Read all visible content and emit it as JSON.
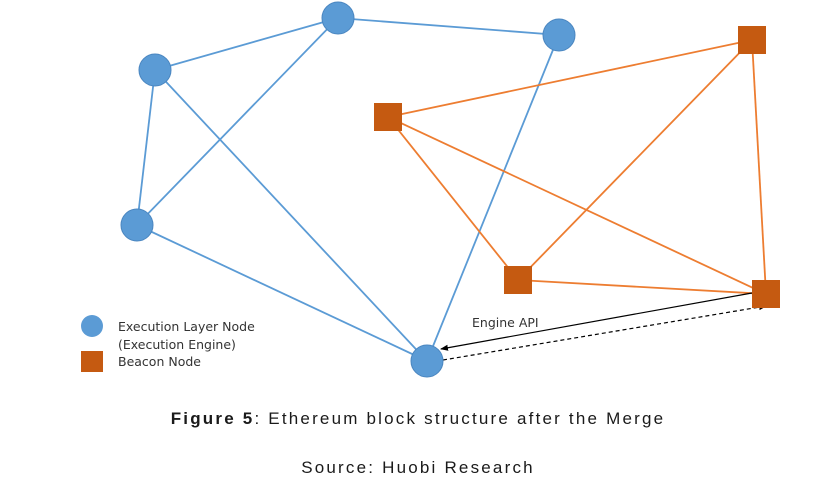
{
  "figure": {
    "caption_label": "Figure 5",
    "caption_text": ": Ethereum block structure after the Merge",
    "source": "Source: Huobi Research"
  },
  "colors": {
    "execution_node": "#5b9bd5",
    "execution_edge": "#5b9bd5",
    "beacon_node": "#c55a11",
    "beacon_edge": "#ed7d31",
    "api_arrow": "#000000"
  },
  "legend": {
    "items": [
      {
        "shape": "circle",
        "label_line1": "Execution Layer Node",
        "label_line2": "(Execution Engine)"
      },
      {
        "shape": "square",
        "label_line1": "Beacon Node"
      }
    ]
  },
  "graph": {
    "execution_nodes": [
      {
        "id": "E1",
        "label": "top-left execution node"
      },
      {
        "id": "E2",
        "label": "top execution node"
      },
      {
        "id": "E3",
        "label": "top-right execution node"
      },
      {
        "id": "E4",
        "label": "left execution node"
      },
      {
        "id": "E5",
        "label": "bottom execution node"
      }
    ],
    "execution_edges": [
      [
        "E1",
        "E2"
      ],
      [
        "E2",
        "E3"
      ],
      [
        "E1",
        "E4"
      ],
      [
        "E2",
        "E4"
      ],
      [
        "E1",
        "E5"
      ],
      [
        "E4",
        "E5"
      ],
      [
        "E3",
        "E5"
      ]
    ],
    "beacon_nodes": [
      {
        "id": "B1",
        "label": "left beacon node"
      },
      {
        "id": "B2",
        "label": "top-right beacon node"
      },
      {
        "id": "B3",
        "label": "middle beacon node"
      },
      {
        "id": "B4",
        "label": "bottom-right beacon node"
      }
    ],
    "beacon_edges": [
      [
        "B1",
        "B2"
      ],
      [
        "B1",
        "B3"
      ],
      [
        "B1",
        "B4"
      ],
      [
        "B2",
        "B3"
      ],
      [
        "B2",
        "B4"
      ],
      [
        "B3",
        "B4"
      ]
    ],
    "engine_api": {
      "label": "Engine API",
      "from": "B4",
      "to": "E5"
    }
  }
}
